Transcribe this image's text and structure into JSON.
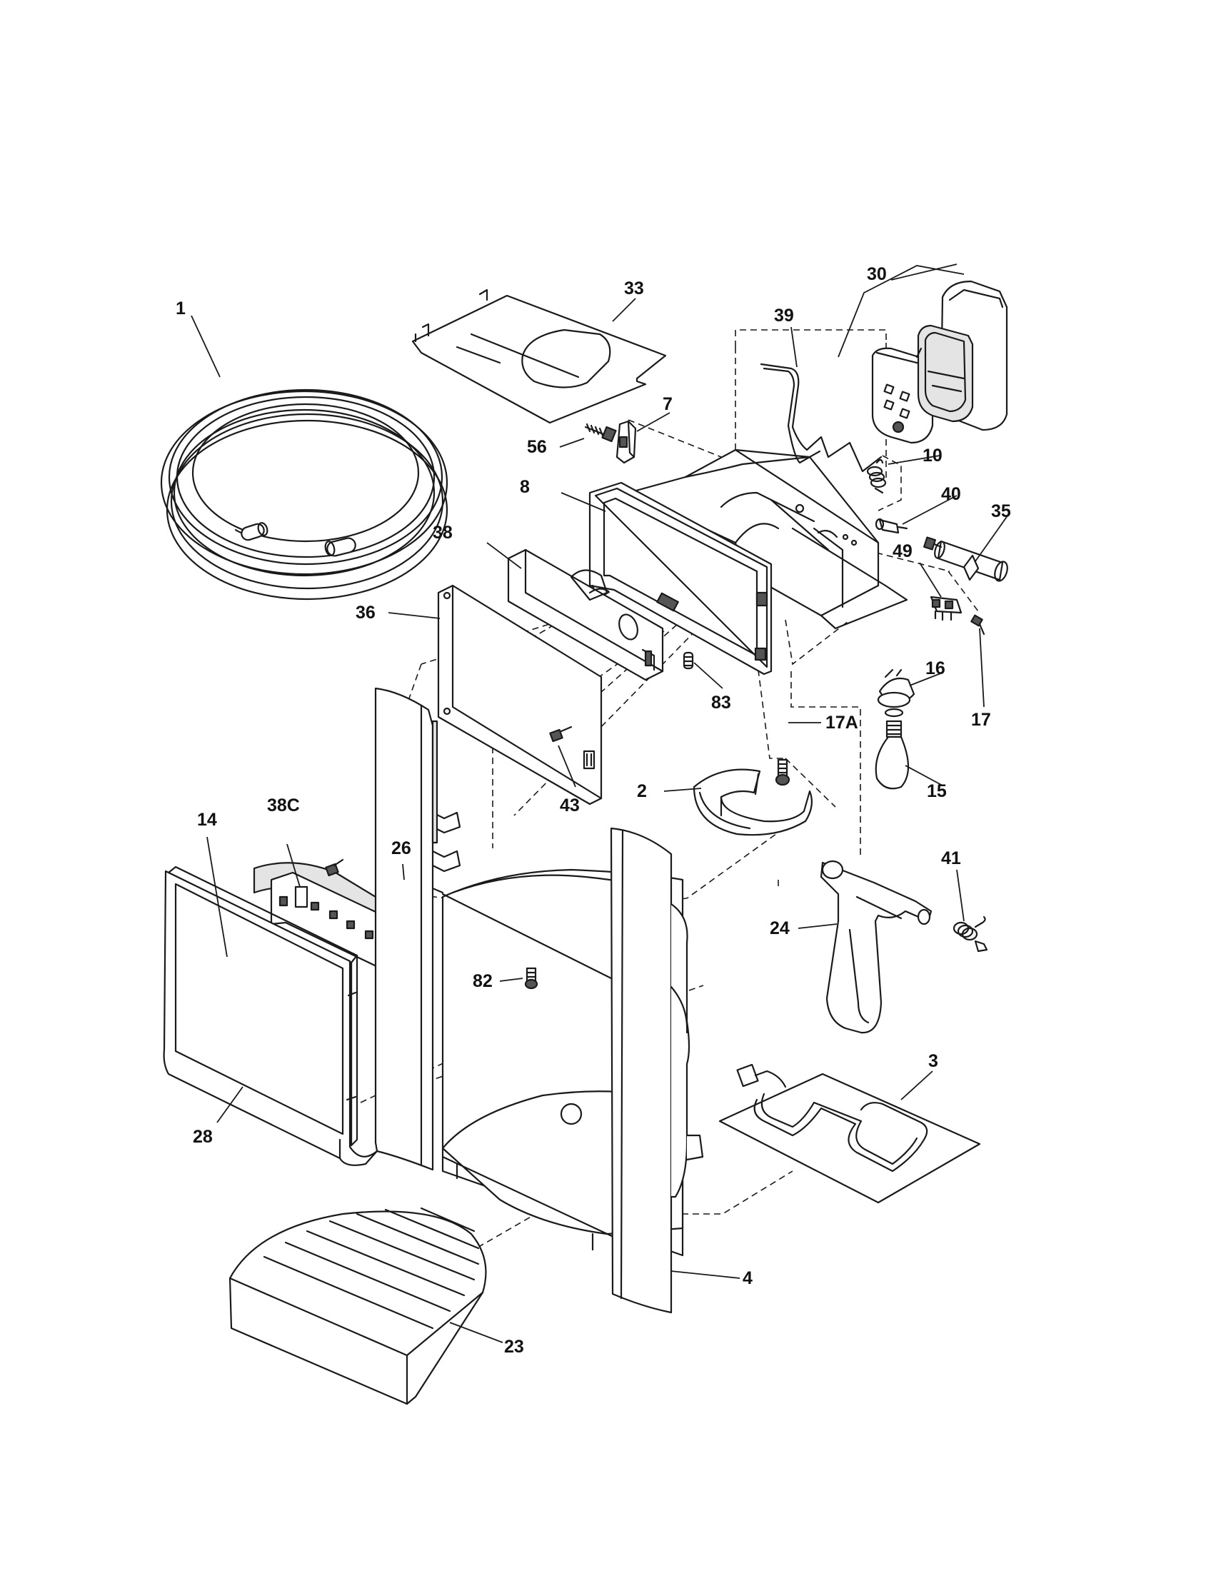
{
  "callouts": [
    {
      "id": "c1",
      "label": "1"
    },
    {
      "id": "c2",
      "label": "2"
    },
    {
      "id": "c3",
      "label": "3"
    },
    {
      "id": "c4",
      "label": "4"
    },
    {
      "id": "c7",
      "label": "7"
    },
    {
      "id": "c8",
      "label": "8"
    },
    {
      "id": "c10",
      "label": "10"
    },
    {
      "id": "c14",
      "label": "14"
    },
    {
      "id": "c15",
      "label": "15"
    },
    {
      "id": "c16",
      "label": "16"
    },
    {
      "id": "c17",
      "label": "17"
    },
    {
      "id": "c17a",
      "label": "17A"
    },
    {
      "id": "c23",
      "label": "23"
    },
    {
      "id": "c24",
      "label": "24"
    },
    {
      "id": "c26",
      "label": "26"
    },
    {
      "id": "c28",
      "label": "28"
    },
    {
      "id": "c30",
      "label": "30"
    },
    {
      "id": "c33",
      "label": "33"
    },
    {
      "id": "c35",
      "label": "35"
    },
    {
      "id": "c36",
      "label": "36"
    },
    {
      "id": "c38",
      "label": "38"
    },
    {
      "id": "c38c",
      "label": "38C"
    },
    {
      "id": "c39",
      "label": "39"
    },
    {
      "id": "c40",
      "label": "40"
    },
    {
      "id": "c41",
      "label": "41"
    },
    {
      "id": "c43",
      "label": "43"
    },
    {
      "id": "c49",
      "label": "49"
    },
    {
      "id": "c56",
      "label": "56"
    },
    {
      "id": "c82",
      "label": "82"
    },
    {
      "id": "c83",
      "label": "83"
    }
  ]
}
